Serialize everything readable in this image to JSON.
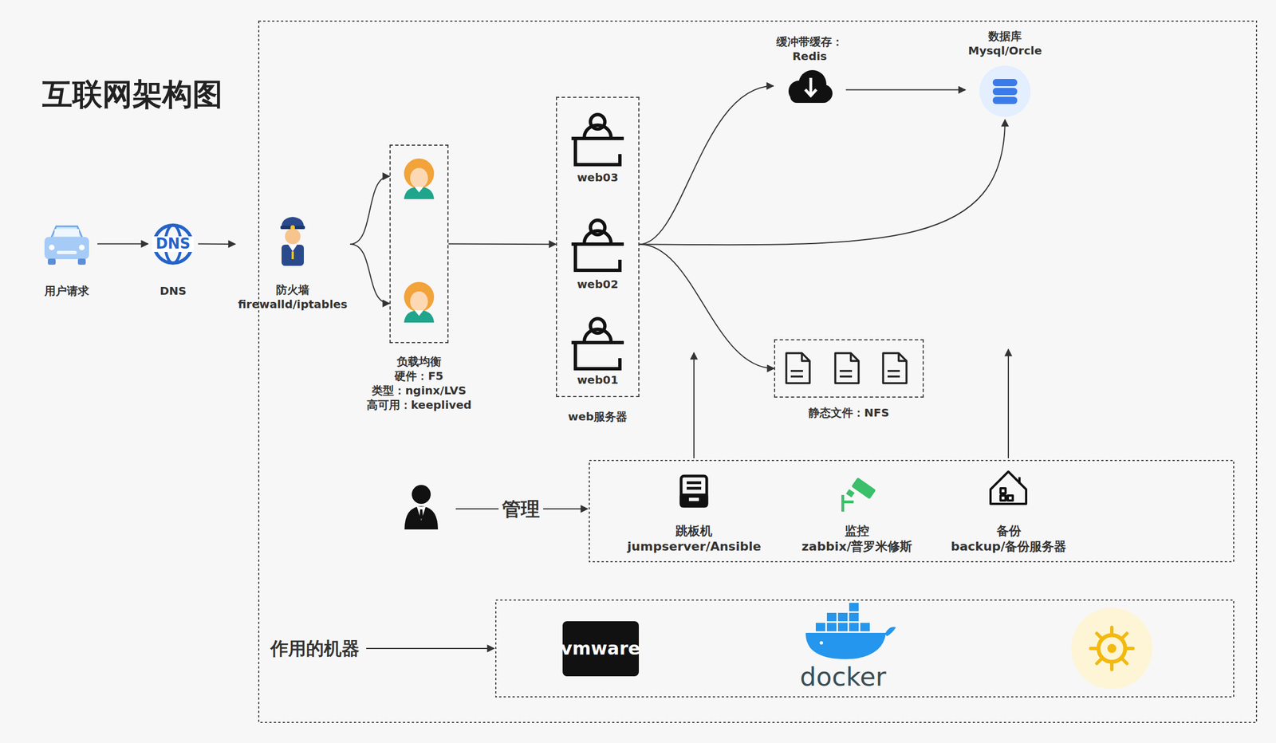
{
  "diagram": {
    "title": "互联网架构图",
    "nodes": [
      {
        "text": [
          "用户请求"
        ]
      },
      {
        "text": [
          "DNS"
        ]
      },
      {
        "text": [
          "防火墙 firewalld/iptables"
        ]
      },
      {
        "text": [
          "负载均衡 硬件：F5 类型：nginx/LVS 高可用：keeplived"
        ]
      },
      {
        "text": [
          "web服务器"
        ]
      },
      {
        "text": [
          "web03"
        ],
        "in": 4
      },
      {
        "text": [
          "web02"
        ],
        "in": 4
      },
      {
        "text": [
          "web01"
        ],
        "in": 4
      },
      {
        "text": [
          "缓冲带缓存： Redis"
        ]
      },
      {
        "text": [
          "数据库 Mysql/Orcle"
        ]
      },
      {
        "text": [
          "静态文件：NFS"
        ]
      },
      {
        "text": [
          "跳板机 jumpserver/Ansible"
        ]
      },
      {
        "text": [
          "监控 zabbix/普罗米修斯"
        ]
      },
      {
        "text": [
          "备份 backup/备份服务器"
        ]
      }
    ],
    "edges": [
      {
        "from": 0,
        "to": 1,
        "arrow": "to"
      },
      {
        "from": 1,
        "to": 2,
        "arrow": "to"
      },
      {
        "from": 2,
        "to": 3,
        "arrow": "to"
      },
      {
        "from": 3,
        "to": 4,
        "arrow": "to"
      },
      {
        "from": 4,
        "to": 8,
        "arrow": "to"
      },
      {
        "from": 4,
        "to": 9,
        "arrow": "to"
      },
      {
        "from": 4,
        "to": 10,
        "arrow": "to"
      },
      {
        "from": 8,
        "to": 9,
        "arrow": "to"
      }
    ],
    "labels": [
      "DNS",
      "管理",
      "作用的机器",
      "vmware",
      "docker"
    ]
  }
}
